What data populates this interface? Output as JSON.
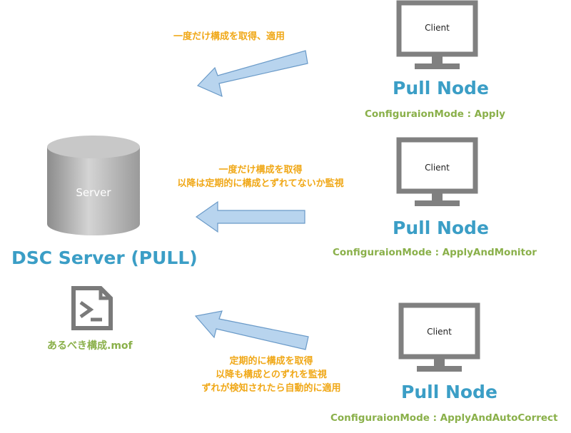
{
  "server": {
    "cylinder_label": "Server",
    "title": "DSC Server (PULL)",
    "file_caption": "あるべき構成.mof"
  },
  "nodes": [
    {
      "monitor_label": "Client",
      "title": "Pull Node",
      "mode": "ConfiguraionMode : Apply",
      "arrow_text": [
        "一度だけ構成を取得、適用"
      ]
    },
    {
      "monitor_label": "Client",
      "title": "Pull Node",
      "mode": "ConfiguraionMode : ApplyAndMonitor",
      "arrow_text": [
        "一度だけ構成を取得",
        "以降は定期的に構成とずれてないか監視"
      ]
    },
    {
      "monitor_label": "Client",
      "title": "Pull Node",
      "mode": "ConfiguraionMode : ApplyAndAutoCorrect",
      "arrow_text": [
        "定期的に構成を取得",
        "以降も構成とのずれを監視",
        "ずれが検知されたら自動的に適用"
      ]
    }
  ],
  "colors": {
    "accent_blue": "#3b9ec6",
    "caption_green": "#8ab04a",
    "note_orange": "#f0a818",
    "arrow_fill": "#b8d4ee",
    "arrow_stroke": "#6a9ac8",
    "monitor_gray": "#808080"
  }
}
